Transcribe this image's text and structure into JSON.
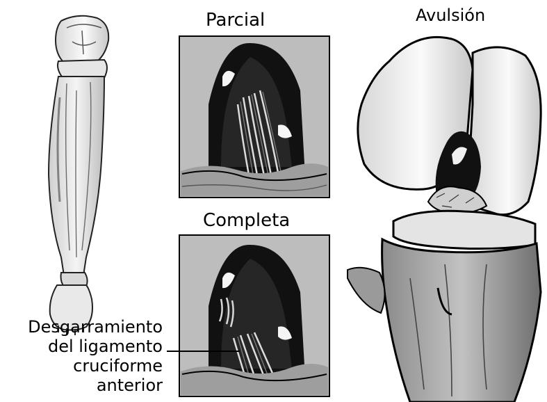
{
  "labels": {
    "partial": "Parcial",
    "complete": "Completa",
    "avulsion": "Avulsión"
  },
  "caption": {
    "line1": "Desgarramiento",
    "line2": "del ligamento",
    "line3": "cruciforme",
    "line4": "anterior"
  },
  "colors": {
    "ink": "#000000",
    "background": "#ffffff",
    "tissue_gray": "#9a9a9a",
    "bone_light": "#f2f2f2"
  }
}
